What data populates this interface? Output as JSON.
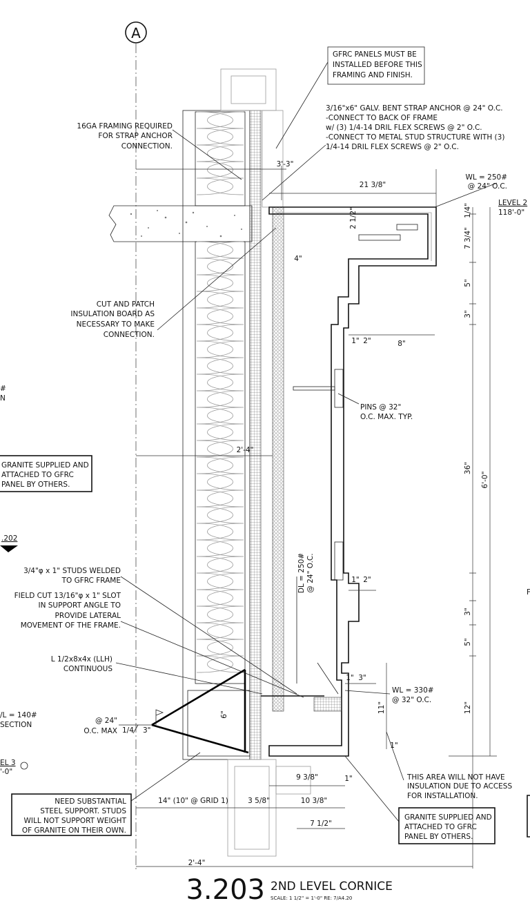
{
  "grid_bubble": "A",
  "title": {
    "number": "3.203",
    "name": "2ND LEVEL CORNICE",
    "scale": "SCALE:   1 1/2\" = 1'-0\"   RE: 7/A4.20"
  },
  "level2": {
    "name": "LEVEL 2",
    "elev": "118'-0\""
  },
  "level3": {
    "name": "EL 3",
    "elev": "'-0\""
  },
  "section_ref": ".202",
  "notes": {
    "gfrc_install": [
      "GFRC PANELS MUST BE",
      "INSTALLED BEFORE THIS",
      "FRAMING AND FINISH."
    ],
    "strap_anchor": [
      "3/16\"x6\" GALV. BENT STRAP ANCHOR @ 24\" O.C.",
      "-CONNECT TO BACK OF FRAME",
      "w/ (3) 1/4-14 DRIL FLEX SCREWS @ 2\" O.C.",
      "-CONNECT TO METAL STUD STRUCTURE WITH (3)",
      "1/4-14 DRIL FLEX SCREWS @ 2\" O.C."
    ],
    "framing_16ga": [
      "16GA FRAMING REQUIRED",
      "FOR STRAP ANCHOR",
      "CONNECTION."
    ],
    "wl_250": [
      "WL = 250#",
      "@ 24\" O.C."
    ],
    "cut_patch": [
      "CUT AND PATCH",
      "INSULATION BOARD AS",
      "NECESSARY TO MAKE",
      "CONNECTION."
    ],
    "pins": [
      "PINS @ 32\"",
      "O.C. MAX. TYP."
    ],
    "left_partial": [
      "#",
      "N"
    ],
    "granite_left": [
      "GRANITE SUPPLIED AND",
      "ATTACHED TO GFRC",
      "PANEL BY OTHERS."
    ],
    "studs_welded": [
      "3/4\"φ x 1\" STUDS WELDED",
      "TO GFRC FRAME"
    ],
    "field_cut": [
      "FIELD CUT 13/16\"φ x 1\" SLOT",
      "IN SUPPORT ANGLE TO",
      "PROVIDE LATERAL",
      "MOVEMENT OF THE FRAME."
    ],
    "dl_250": [
      "DL = 250#",
      "@ 24\" O.C."
    ],
    "angle": [
      "L 1/2x8x4x (LLH)",
      "CONTINUOUS"
    ],
    "wl_330": [
      "WL = 330#",
      "@ 32\" O.C."
    ],
    "wl_140": [
      "/L = 140#",
      "SECTION"
    ],
    "weld": [
      "@ 24\"",
      "O.C. MAX",
      "1/4",
      "3\""
    ],
    "no_insulation": [
      "THIS AREA WILL NOT HAVE",
      "INSULATION DUE TO ACCESS",
      "FOR INSTALLATION."
    ],
    "steel_support": [
      "NEED SUBSTANTIAL",
      "STEEL SUPPORT. STUDS",
      "WILL NOT SUPPORT WEIGHT",
      "OF GRANITE ON THEIR OWN."
    ],
    "granite_right": [
      "GRANITE SUPPLIED AND",
      "ATTACHED TO GFRC",
      "PANEL BY OTHERS."
    ],
    "right_partial": "F"
  },
  "dims": {
    "d_3_3": "3'-3\"",
    "d_21_38": "21 3/8\"",
    "d_2_12": "2 1/2\"",
    "d_4": "4\"",
    "d_1a": "1\"",
    "d_2a": "2\"",
    "d_8": "8\"",
    "d_2_4_mid": "2'-4\"",
    "d_1b": "1\"",
    "d_2b": "2\"",
    "d_1c": "1\"",
    "d_3c": "3\"",
    "d_11": "11\"",
    "d_6": "6\"",
    "d_1d": "1\"",
    "d_9_38": "9 3/8\"",
    "d_1e": "1\"",
    "d_14": "14\" (10\" @ GRID 1)",
    "d_3_58": "3 5/8\"",
    "d_10_38": "10 3/8\"",
    "d_7_12": "7 1/2\"",
    "d_2_4_bot": "2'-4\"",
    "v_1_4": "1/4\"",
    "v_7_34": "7 3/4\"",
    "v_5a": "5\"",
    "v_3a": "3\"",
    "v_36": "36\"",
    "v_3b": "3\"",
    "v_5b": "5\"",
    "v_12": "12\"",
    "v_6_0": "6'-0\""
  }
}
